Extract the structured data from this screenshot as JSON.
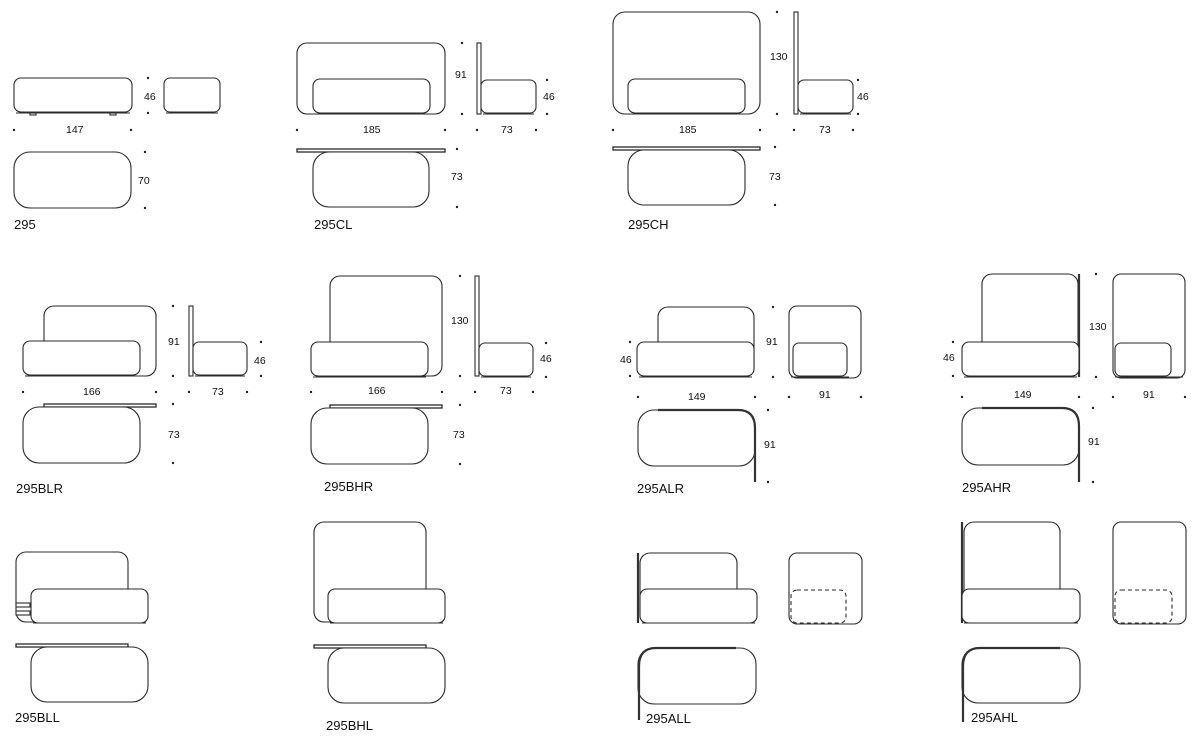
{
  "models": [
    {
      "code": "295",
      "dims": [
        "46",
        "147",
        "70"
      ]
    },
    {
      "code": "295CL",
      "dims": [
        "91",
        "46",
        "185",
        "73",
        "73"
      ]
    },
    {
      "code": "295CH",
      "dims": [
        "130",
        "46",
        "185",
        "73",
        "73"
      ]
    },
    {
      "code": "295BLR",
      "dims": [
        "91",
        "46",
        "166",
        "73",
        "73"
      ]
    },
    {
      "code": "295BHR",
      "dims": [
        "130",
        "46",
        "166",
        "73",
        "73"
      ]
    },
    {
      "code": "295ALR",
      "dims": [
        "46",
        "91",
        "149",
        "91",
        "91"
      ]
    },
    {
      "code": "295AHR",
      "dims": [
        "46",
        "130",
        "149",
        "91",
        "91"
      ]
    },
    {
      "code": "295BLL",
      "dims": []
    },
    {
      "code": "295BHL",
      "dims": []
    },
    {
      "code": "295ALL",
      "dims": []
    },
    {
      "code": "295AHL",
      "dims": []
    }
  ]
}
